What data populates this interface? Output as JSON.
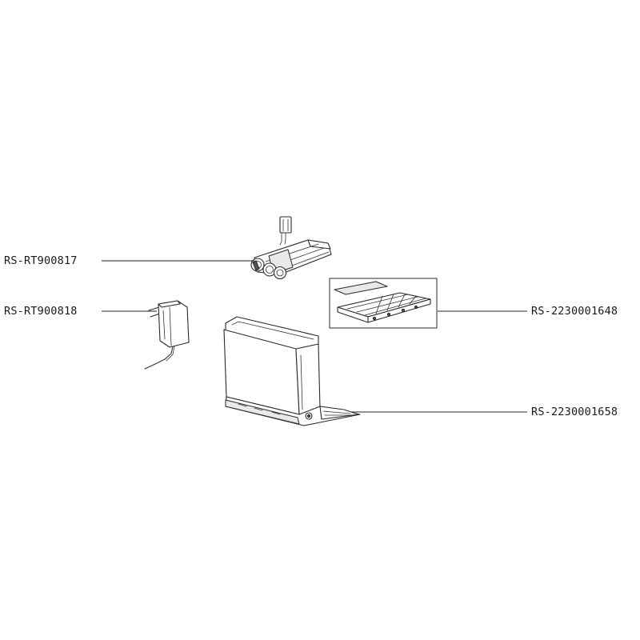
{
  "callouts": {
    "battery": "RS-RT900817",
    "adapter": "RS-RT900818",
    "filter_kit": "RS-2230001648",
    "dock": "RS-2230001658"
  }
}
